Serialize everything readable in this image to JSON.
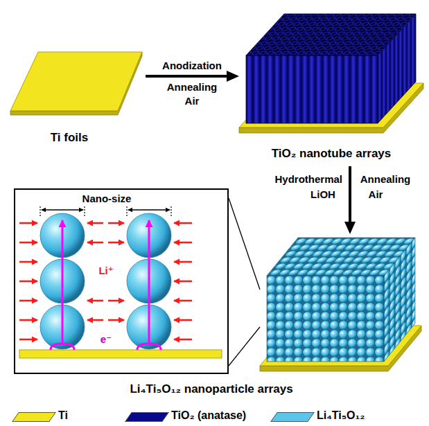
{
  "diagram": {
    "nodes": [
      {
        "text": [
          "Ti foils"
        ]
      },
      {
        "text": [
          "TiO₂ nanotube arrays"
        ]
      },
      {
        "text": [
          "Li₄Ti₅O₁₂ nanoparticle arrays"
        ]
      },
      {
        "text": [
          "Nano-size"
        ]
      }
    ],
    "edges": [
      {
        "from": 0,
        "to": 1,
        "arrow": "to",
        "label": "Anodization"
      },
      {
        "from": 1,
        "to": 2,
        "arrow": "to",
        "label": "Hydrothermal"
      },
      {
        "from": 3,
        "to": 2,
        "arrow": "none"
      },
      {
        "from": 3,
        "to": 2,
        "arrow": "none"
      }
    ],
    "labels": [
      "Annealing",
      "Air",
      "LiOH",
      "Annealing",
      "Air",
      "Li⁺",
      "e⁻"
    ],
    "legend": [
      {
        "text": "Ti",
        "color": "#f2e41e"
      },
      {
        "text": "TiO₂ (anatase)",
        "color": "#08088c"
      },
      {
        "text": "Li₄Ti₅O₁₂",
        "color": "#5cc6ea"
      }
    ]
  }
}
